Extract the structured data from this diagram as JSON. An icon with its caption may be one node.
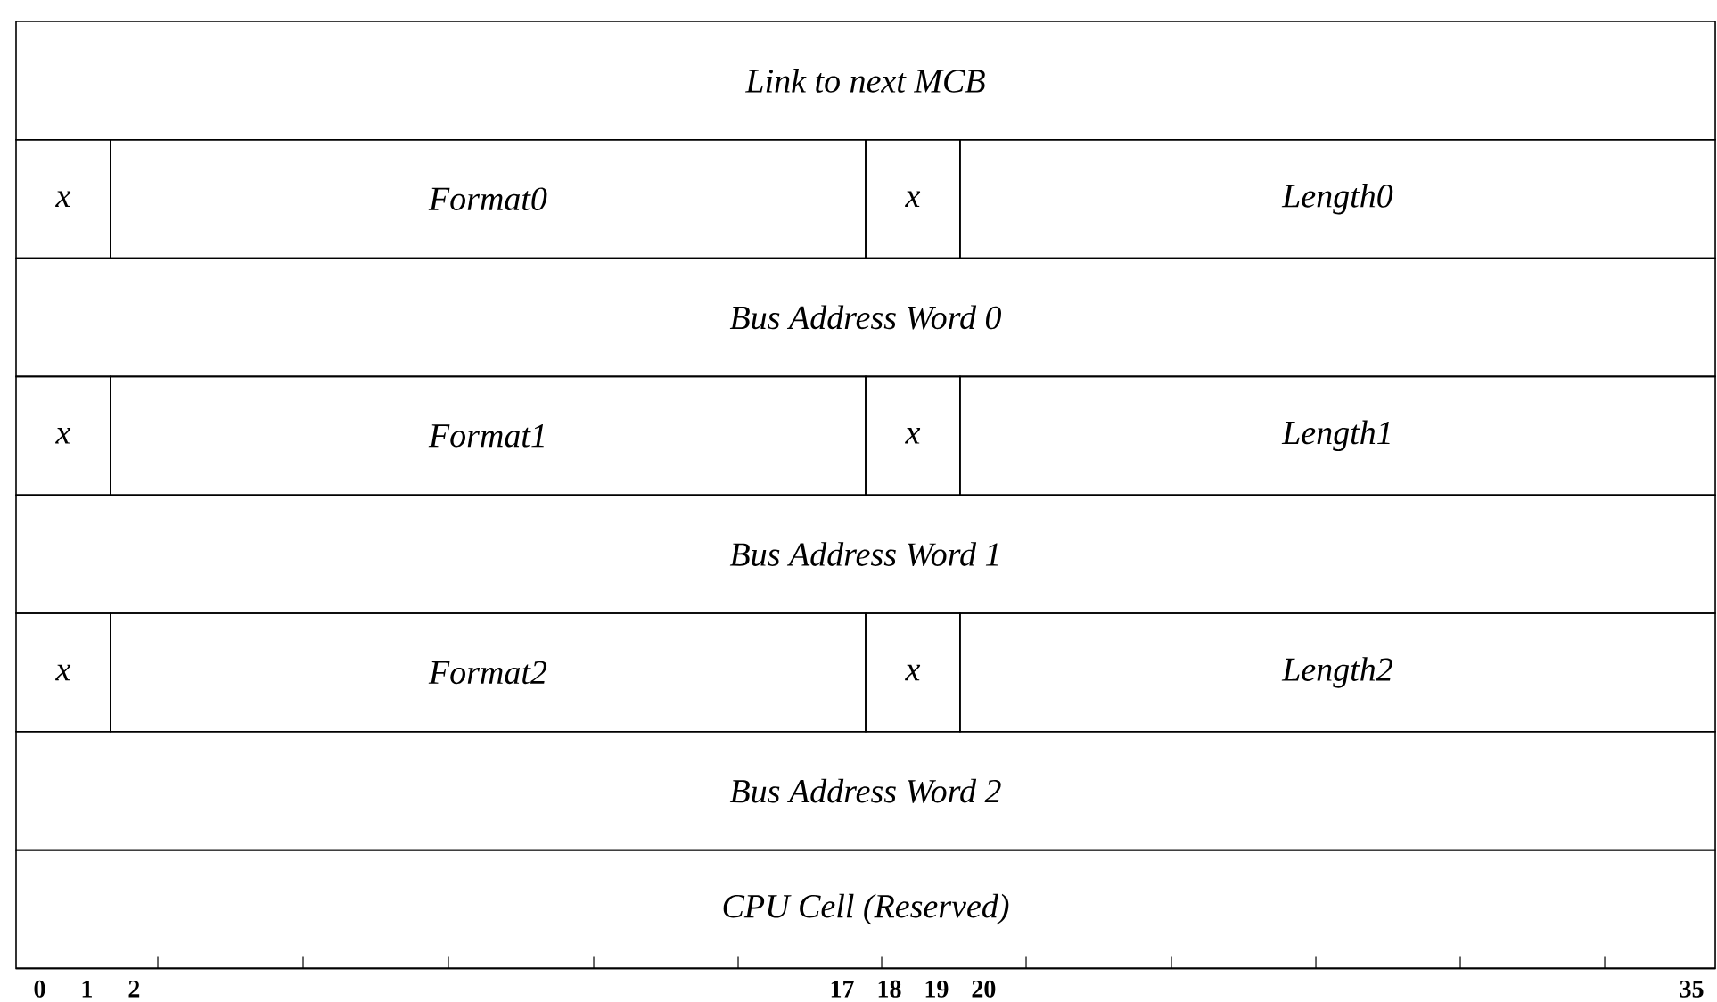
{
  "diagram": {
    "nodes": [
      {
        "text": [
          "Link to next MCB"
        ]
      },
      {
        "text": [
          "x"
        ]
      },
      {
        "text": [
          "Format0"
        ]
      },
      {
        "text": [
          "x"
        ]
      },
      {
        "text": [
          "Length0"
        ]
      },
      {
        "text": [
          "Bus Address Word 0"
        ]
      },
      {
        "text": [
          "x"
        ]
      },
      {
        "text": [
          "Format1"
        ]
      },
      {
        "text": [
          "x"
        ]
      },
      {
        "text": [
          "Length1"
        ]
      },
      {
        "text": [
          "Bus Address Word 1"
        ]
      },
      {
        "text": [
          "x"
        ]
      },
      {
        "text": [
          "Format2"
        ]
      },
      {
        "text": [
          "x"
        ]
      },
      {
        "text": [
          "Length2"
        ]
      },
      {
        "text": [
          "Bus Address Word 2"
        ]
      },
      {
        "text": [
          "CPU Cell (Reserved)"
        ]
      }
    ],
    "labels": [
      "0",
      "1",
      "2",
      "17",
      "18",
      "19",
      "20",
      "35"
    ]
  }
}
